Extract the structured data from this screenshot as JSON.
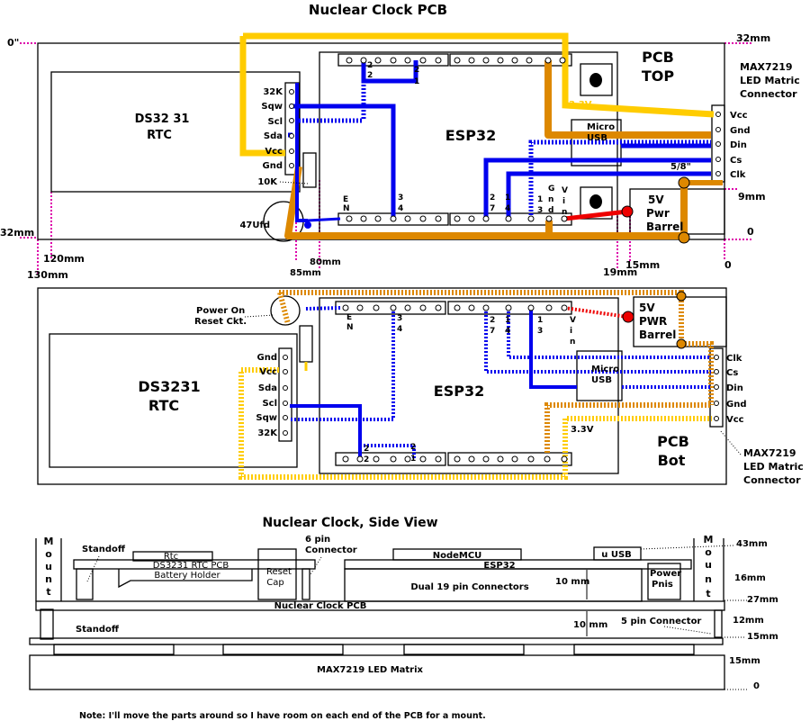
{
  "titles": {
    "top": "Nuclear Clock PCB",
    "side": "Nuclear Clock, Side View",
    "note": "Note: I'll move the parts around so I have room on each end of the PCB for a mount."
  },
  "top_view": {
    "board_label": [
      "PCB",
      "TOP"
    ],
    "rtc_label": [
      "DS32 31",
      "RTC"
    ],
    "esp_label": "ESP32",
    "max_label": [
      "MAX7219",
      "LED Matric",
      "Connector"
    ],
    "rtc_pins": [
      "32K",
      "Sqw",
      "Scl",
      "Sda",
      "Vcc",
      "Gnd"
    ],
    "max_pins": [
      "Vcc",
      "Gnd",
      "Din",
      "Cs",
      "Clk"
    ],
    "resistor": "10K",
    "cap": "47Ufd",
    "usb": [
      "Micro",
      "USB"
    ],
    "pwr": [
      "5V",
      "Pwr",
      "Barrel"
    ],
    "v33": "3.3V",
    "size_58": "5/8\"",
    "esp_top_pin_labels": [
      [
        "2",
        "2"
      ],
      [
        "2",
        "1"
      ]
    ],
    "esp_bottom_pin_labels": [
      [
        "E",
        "N"
      ],
      [
        "3",
        "4"
      ],
      [
        "2",
        "7"
      ],
      [
        "1",
        "4"
      ],
      [
        "1",
        "3"
      ],
      [
        "G",
        "n",
        "d"
      ],
      [
        "V",
        "i",
        "n"
      ]
    ],
    "dims": {
      "d0in": "0\"",
      "d32mm_r": "32mm",
      "d9mm": "9mm",
      "d0_r": "0",
      "d32mm_l": "32mm",
      "d120": "120mm",
      "d130": "130mm",
      "d80": "80mm",
      "d85": "85mm",
      "d19": "19mm",
      "d15": "15mm",
      "d0_b": "0"
    }
  },
  "bottom_view": {
    "board_label": [
      "PCB",
      "Bot"
    ],
    "rtc_label": [
      "DS3231",
      "RTC"
    ],
    "esp_label": "ESP32",
    "power_on": [
      "Power On",
      "Reset Ckt."
    ],
    "rtc_pins": [
      "Gnd",
      "Vcc",
      "Sda",
      "Scl",
      "Sqw",
      "32K"
    ],
    "max_pins": [
      "Clk",
      "Cs",
      "Din",
      "Gnd",
      "Vcc"
    ],
    "max_label": [
      "MAX7219",
      "LED Matric",
      "Connector"
    ],
    "usb": [
      "Micro",
      "USB"
    ],
    "pwr": [
      "5V",
      "PWR",
      "Barrel"
    ],
    "v33": "3.3V",
    "esp_top_pin_labels": [
      [
        "E",
        "N"
      ],
      [
        "3",
        "4"
      ],
      [
        "2",
        "7"
      ],
      [
        "1",
        "4"
      ],
      [
        "1",
        "3"
      ],
      [
        "V",
        "i",
        "n"
      ]
    ],
    "esp_bottom_pin_labels": [
      [
        "2",
        "2"
      ],
      [
        "2",
        "1"
      ]
    ]
  },
  "side_view": {
    "mount_left": [
      "M",
      "o",
      "u",
      "n",
      "t"
    ],
    "mount_right": [
      "M",
      "o",
      "u",
      "n",
      "t"
    ],
    "standoff_top": "Standoff",
    "standoff_bottom": "Standoff",
    "rtc": "Rtc",
    "rtc_pcb": "DS3231  RTC PCB",
    "battery": "Battery Holder",
    "reset_cap": [
      "Reset",
      "Cap"
    ],
    "six_pin": [
      "6 pin",
      "Connector"
    ],
    "nodemcu": "NodeMCU",
    "esp32": "ESP32",
    "u_usb": "u USB",
    "dual": "Dual 19 pin Connectors",
    "power_pnis": [
      "Power",
      "Pnis"
    ],
    "ten_mm_a": "10 mm",
    "ten_mm_b": "10 mm",
    "five_pin": "5 pin Connector",
    "pcb": "Nuclear Clock PCB",
    "matrix": "MAX7219 LED Matrix",
    "dims": [
      "43mm",
      "16mm",
      "27mm",
      "12mm",
      "15mm",
      "15mm",
      "0"
    ]
  }
}
